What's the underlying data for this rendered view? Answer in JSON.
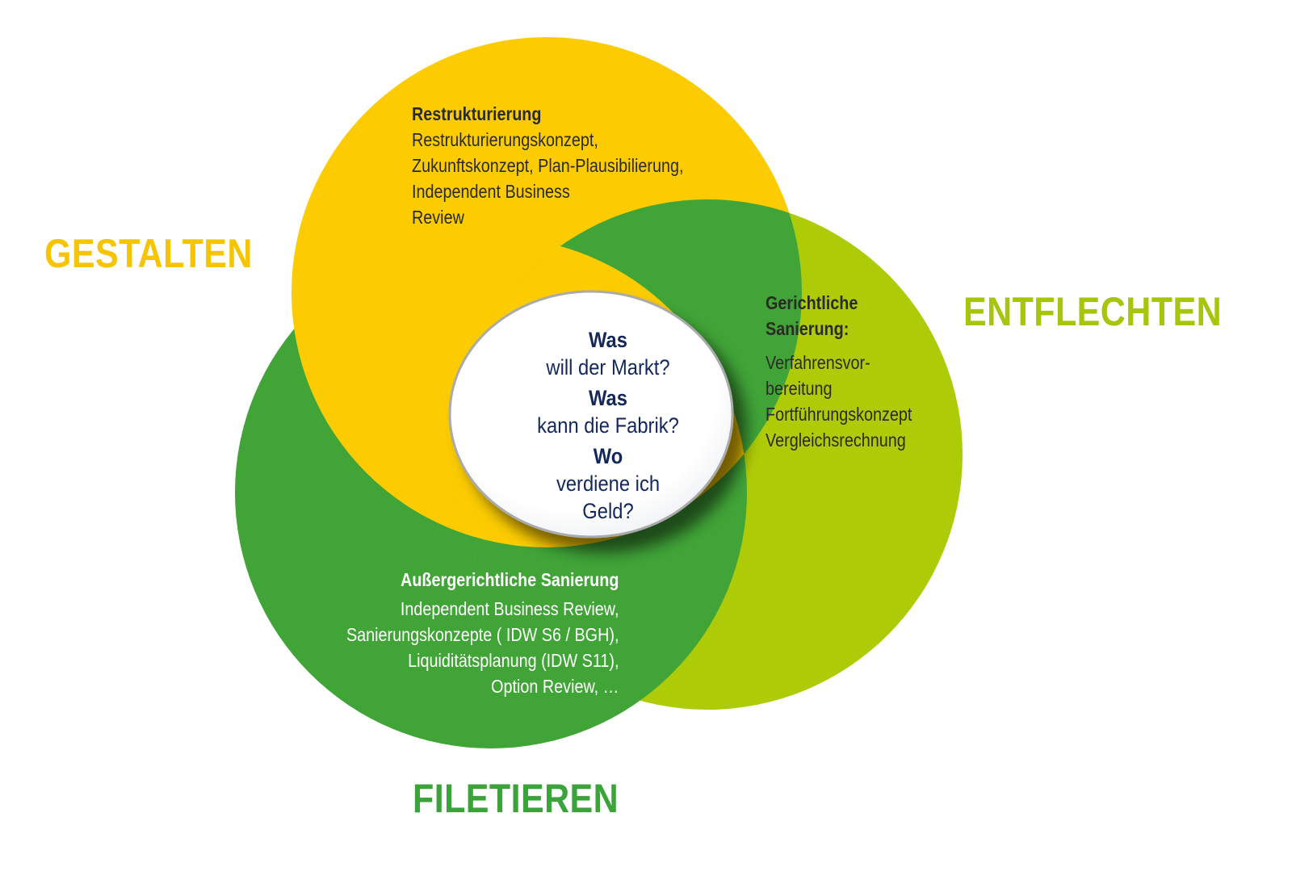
{
  "colors": {
    "yellow": "#fccc00",
    "light_green": "#aecb07",
    "dark_green": "#40a437",
    "navy": "#13285a",
    "label_yellow": "#f7c400",
    "label_light_green": "#a7c50a",
    "label_dark_green": "#3ca23a"
  },
  "labels": {
    "gestalten": "GESTALTEN",
    "entflechten": "ENTFLECHTEN",
    "filetieren": "FILETIEREN"
  },
  "restrukturierung": {
    "title": "Restrukturierung",
    "lines": [
      "Restrukturierungskonzept,",
      "Zukunftskonzept, Plan-Plausibilierung,",
      "Independent Business",
      "Review"
    ]
  },
  "gerichtlich": {
    "title_lines": [
      "Gerichtliche",
      "Sanierung:"
    ],
    "lines": [
      "Verfahrensvor-",
      "bereitung",
      "Fortführungskonzept",
      "Vergleichsrechnung"
    ]
  },
  "aussergerichtlich": {
    "title": "Außergerichtliche Sanierung",
    "lines": [
      "Independent Business Review,",
      "Sanierungskonzepte ( IDW S6 / BGH),",
      "Liquiditätsplanung (IDW S11),",
      "Option Review, …"
    ]
  },
  "center": {
    "q1_bold": "Was",
    "q1_rest": "will der Markt?",
    "q2_bold": "Was",
    "q2_rest": "kann die Fabrik?",
    "q3_bold": "Wo",
    "q3_rest_1": "verdiene ich",
    "q3_rest_2": "Geld?"
  }
}
